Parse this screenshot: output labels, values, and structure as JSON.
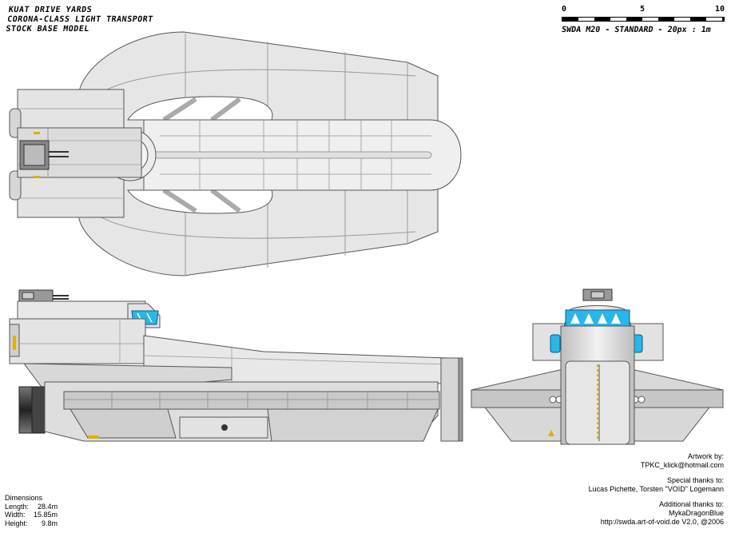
{
  "header": {
    "line1": "KUAT DRIVE YARDS",
    "line2": "CORONA-CLASS LIGHT TRANSPORT",
    "line3": "STOCK BASE MODEL"
  },
  "scale": {
    "tick_0": "0",
    "tick_5": "5",
    "tick_10": "10",
    "caption": "SWDA M20  - STANDARD -   20px : 1m"
  },
  "credits": {
    "artwork_label": "Artwork by:",
    "artwork_value": "TPKC_klick@hotmail.com",
    "special_label": "Special thanks to:",
    "special_value": "Lucas Pichette, Torsten \"VOID\" Logemann",
    "additional_label": "Additional thanks to:",
    "additional_value": "MykaDragonBlue",
    "footer": "http://swda.art-of-void.de V2.0, @2006"
  },
  "dimensions": {
    "title": "Dimensions",
    "rows": [
      {
        "label": "Length:",
        "value": "28.4m"
      },
      {
        "label": "Width:",
        "value": "15.85m"
      },
      {
        "label": "Height:",
        "value": "9.8m"
      }
    ]
  },
  "colors": {
    "hull_light": "#e4e4e4",
    "hull_mid": "#cfcfcf",
    "hull_dark": "#a8a8a8",
    "outline": "#555555",
    "canopy": "#29b6e8",
    "hazard": "#e0b000"
  }
}
